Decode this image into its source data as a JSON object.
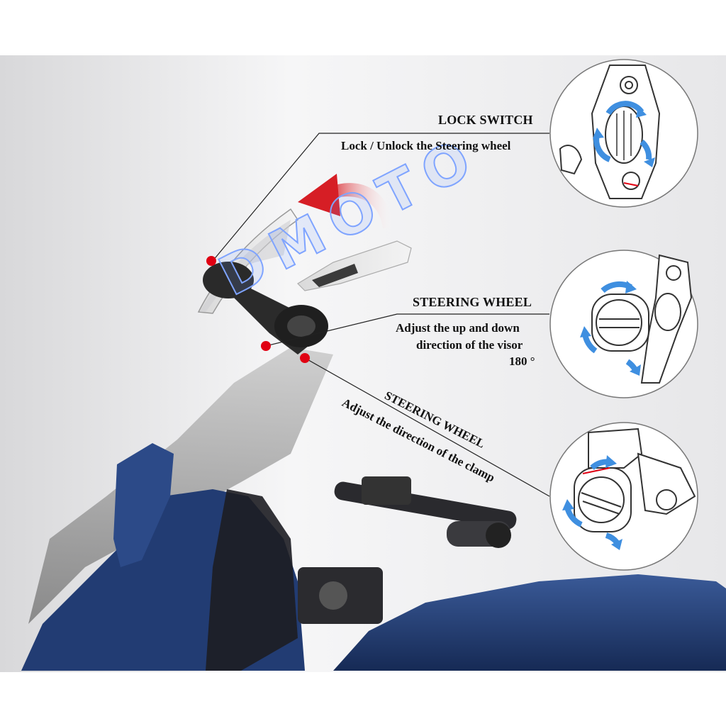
{
  "callouts": {
    "lock_switch": {
      "title": "LOCK SWITCH",
      "description": "Lock / Unlock the Steering wheel"
    },
    "steering_wheel_visor": {
      "title": "STEERING WHEEL",
      "description_line1": "Adjust the up and down",
      "description_line2": "direction of the visor",
      "angle": "180 °"
    },
    "steering_wheel_clamp": {
      "title": "STEERING WHEEL",
      "description": "Adjust the direction of the clamp"
    }
  },
  "watermark": "DMOTO",
  "colors": {
    "motorcycle_body": "#223c73",
    "marker_dot": "#e00012",
    "rotation_arrow": "#d61e25",
    "detail_arrow": "#3f8fe0",
    "watermark_outline": "#7fa4ff"
  }
}
